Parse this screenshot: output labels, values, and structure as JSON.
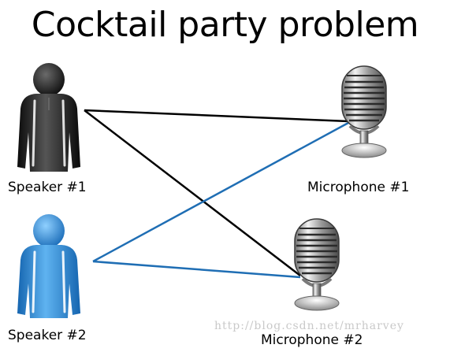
{
  "title": "Cocktail party problem",
  "speakers": [
    {
      "label": "Speaker #1",
      "color": "#1a1a1a"
    },
    {
      "label": "Speaker #2",
      "color": "#2a7fd0"
    }
  ],
  "microphones": [
    {
      "label": "Microphone #1"
    },
    {
      "label": "Microphone #2"
    }
  ],
  "connections": [
    {
      "from": "Speaker #1",
      "to": "Microphone #1",
      "color": "#000000"
    },
    {
      "from": "Speaker #1",
      "to": "Microphone #2",
      "color": "#000000"
    },
    {
      "from": "Speaker #2",
      "to": "Microphone #1",
      "color": "#1f6eb4"
    },
    {
      "from": "Speaker #2",
      "to": "Microphone #2",
      "color": "#1f6eb4"
    }
  ],
  "watermark": "http://blog.csdn.net/mrharvey",
  "icons": {
    "speaker": "person-icon",
    "microphone": "microphone-icon"
  }
}
